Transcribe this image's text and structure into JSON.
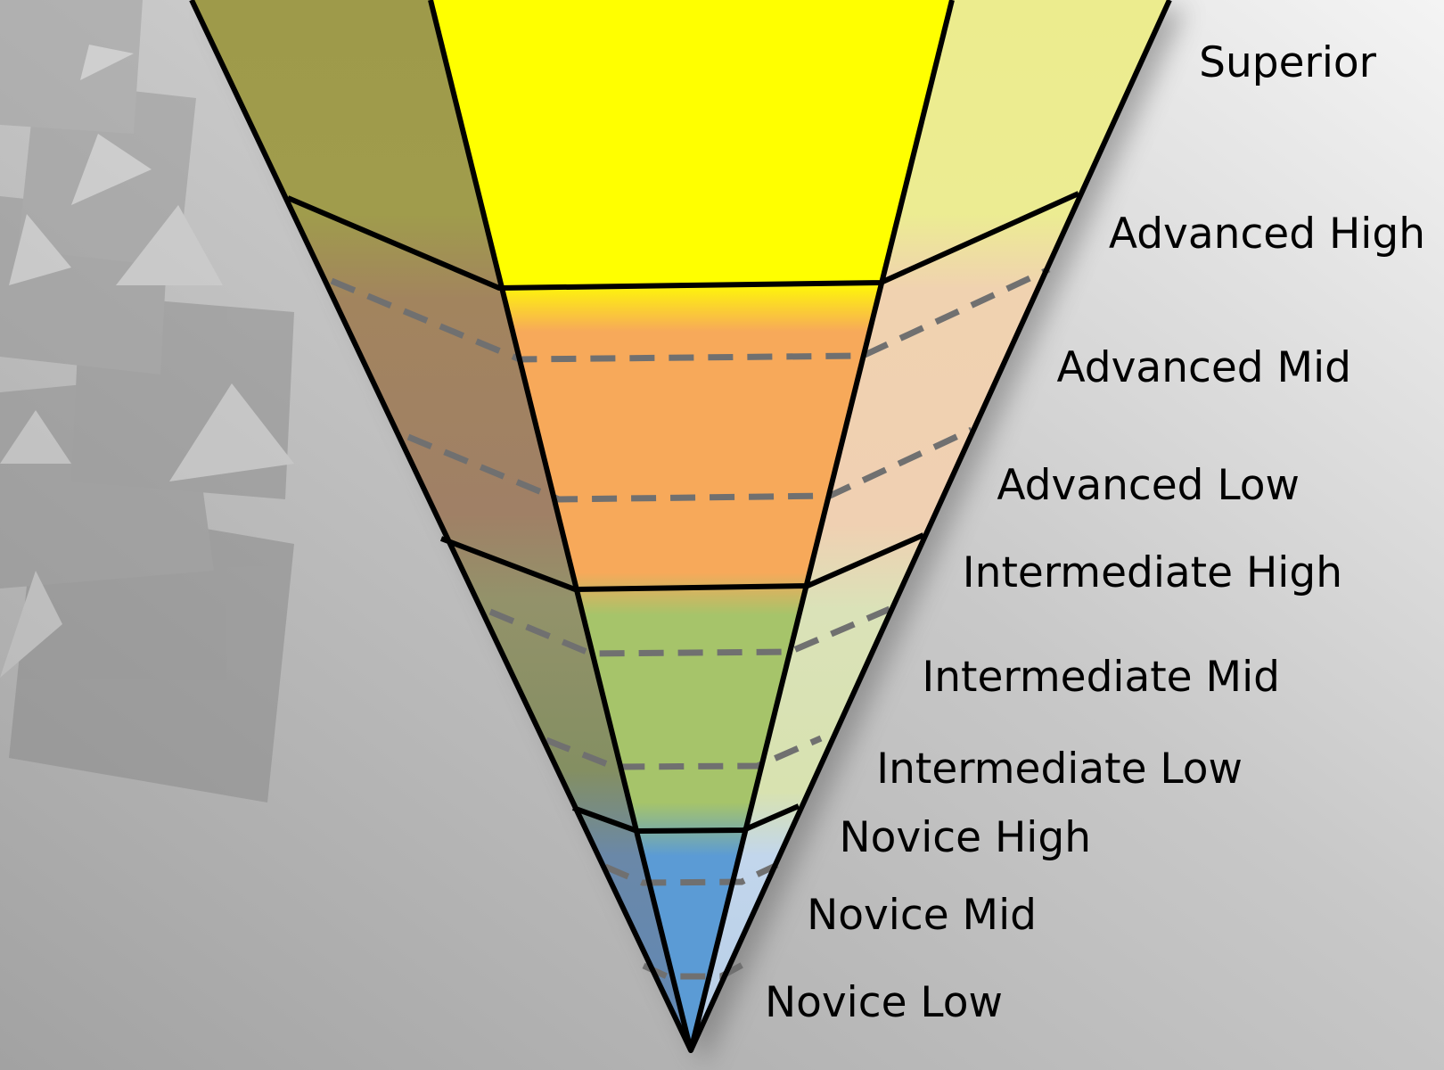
{
  "levels": [
    {
      "id": "superior",
      "label": "Superior"
    },
    {
      "id": "advanced-high",
      "label": "Advanced High"
    },
    {
      "id": "advanced-mid",
      "label": "Advanced Mid"
    },
    {
      "id": "advanced-low",
      "label": "Advanced Low"
    },
    {
      "id": "intermediate-high",
      "label": "Intermediate High"
    },
    {
      "id": "intermediate-mid",
      "label": "Intermediate Mid"
    },
    {
      "id": "intermediate-low",
      "label": "Intermediate Low"
    },
    {
      "id": "novice-high",
      "label": "Novice High"
    },
    {
      "id": "novice-mid",
      "label": "Novice Mid"
    },
    {
      "id": "novice-low",
      "label": "Novice Low"
    }
  ],
  "colors": {
    "superior": "#ffff00",
    "advanced": "#f7a95a",
    "intermediate": "#a6c46a",
    "novice": "#5b9bd5",
    "outline": "#000000",
    "sublevel_divider": "#707070",
    "background_light": "#f2f2f2",
    "background_dark": "#9a9a9a"
  }
}
